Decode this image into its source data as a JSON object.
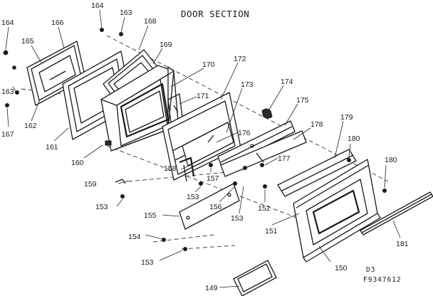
{
  "title": "DOOR SECTION",
  "page_code": "D3",
  "diagram_number": "F9347612",
  "parts": {
    "p149": "149",
    "p150": "150",
    "p151": "151",
    "p152": "152",
    "p153a": "153",
    "p153b": "153",
    "p153c": "153",
    "p153d": "153",
    "p154": "154",
    "p155": "155",
    "p156": "156",
    "p157": "157",
    "p158": "158",
    "p159": "159",
    "p160": "160",
    "p161": "161",
    "p162": "162",
    "p163a": "163",
    "p163b": "163",
    "p164a": "164",
    "p164b": "164",
    "p165": "165",
    "p166": "166",
    "p167": "167",
    "p168": "168",
    "p169": "169",
    "p170": "170",
    "p171": "171",
    "p172": "172",
    "p173": "173",
    "p174": "174",
    "p175": "175",
    "p176": "176",
    "p177": "177",
    "p178": "178",
    "p179": "179",
    "p180a": "180",
    "p180b": "180",
    "p181": "181"
  }
}
